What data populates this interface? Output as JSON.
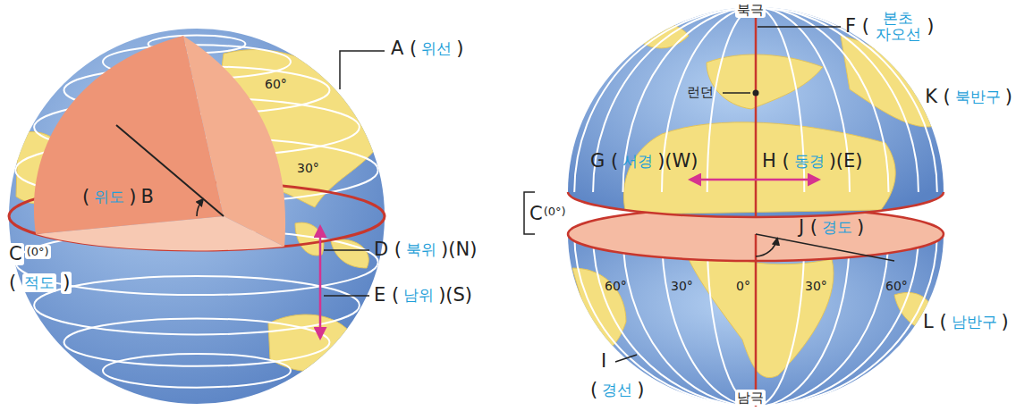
{
  "diagram": {
    "labels": [
      "60°",
      "30°",
      "A (",
      "위선",
      ")",
      "(",
      "위도",
      ")",
      "B",
      "C",
      "(0°)",
      "(",
      "적도",
      ")",
      "D (",
      "북위",
      ")(N)",
      "E (",
      "남위",
      ")(S)",
      "북극",
      "F (",
      "본초 자오선",
      ")",
      "런던",
      "K (",
      "북반구",
      ")",
      "G (",
      "서경",
      ")(W)",
      "H (",
      "동경",
      ")(E)",
      "C",
      "(0°)",
      "J (",
      "경도",
      ")",
      "60°",
      "30°",
      "0°",
      "30°",
      "60°",
      "L (",
      "남반구",
      ")",
      "I",
      "(",
      "경선",
      ")",
      "남극"
    ]
  }
}
